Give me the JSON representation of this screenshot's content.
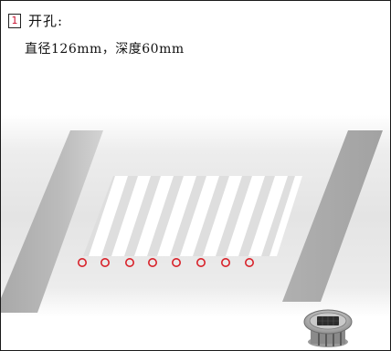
{
  "step": {
    "number": "1",
    "heading": "开孔:"
  },
  "spec": "直径126mm，深度60mm",
  "icons": {
    "road_scene": "crosswalk-illustration-icon",
    "drill_hole": "drill-hole-marker-icon",
    "road_stud": "solar-road-stud-icon"
  },
  "colors": {
    "hole_marker": "#d8222a",
    "road_band": "#e9e9e9",
    "stripe": "#ffffff"
  }
}
